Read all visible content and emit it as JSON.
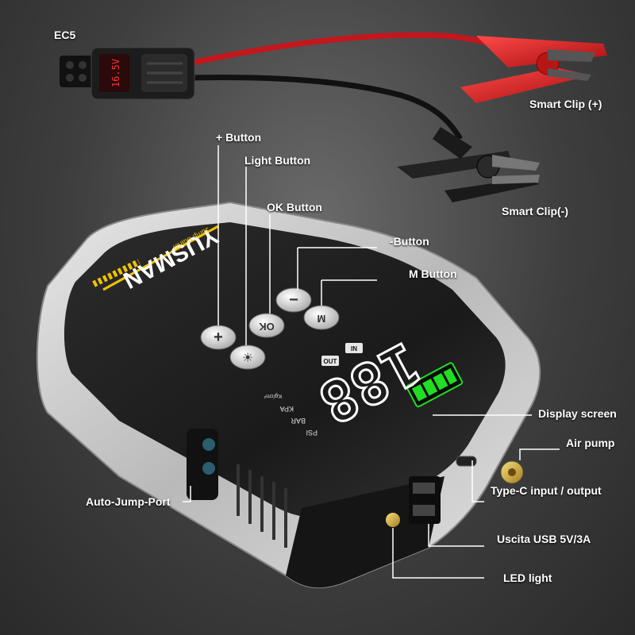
{
  "product": {
    "brand": "YUSMAN",
    "tagline": "Jump Starter",
    "connector_display": "16.5V",
    "screen_digits": "188",
    "units": [
      "PSI",
      "BAR",
      "KPA",
      "Kg/cm²"
    ],
    "indicators": [
      "OUT",
      "IN"
    ],
    "battery_level": 1.0
  },
  "buttons": {
    "plus": "+",
    "ok": "OK",
    "minus": "−",
    "m": "M",
    "light": "☀"
  },
  "callouts": {
    "ec5": "EC5",
    "clip_pos": "Smart Clip (+)",
    "clip_neg": "Smart Clip(-)",
    "plus_button": "+ Button",
    "light_button": "Light Button",
    "ok_button": "OK Button",
    "minus_button": "-Button",
    "m_button": "M Button",
    "display_screen": "Display screen",
    "air_pump": "Air pump",
    "type_c": "Type-C input / output",
    "auto_jump": "Auto-Jump-Port",
    "usb": "Uscita USB 5V/3A",
    "led": "LED light"
  },
  "colors": {
    "accent": "#f2c200",
    "clip_red": "#d81e1e",
    "clip_black": "#1a1a1a",
    "screen_led": "#ffffff",
    "battery_green": "#22dd22"
  }
}
